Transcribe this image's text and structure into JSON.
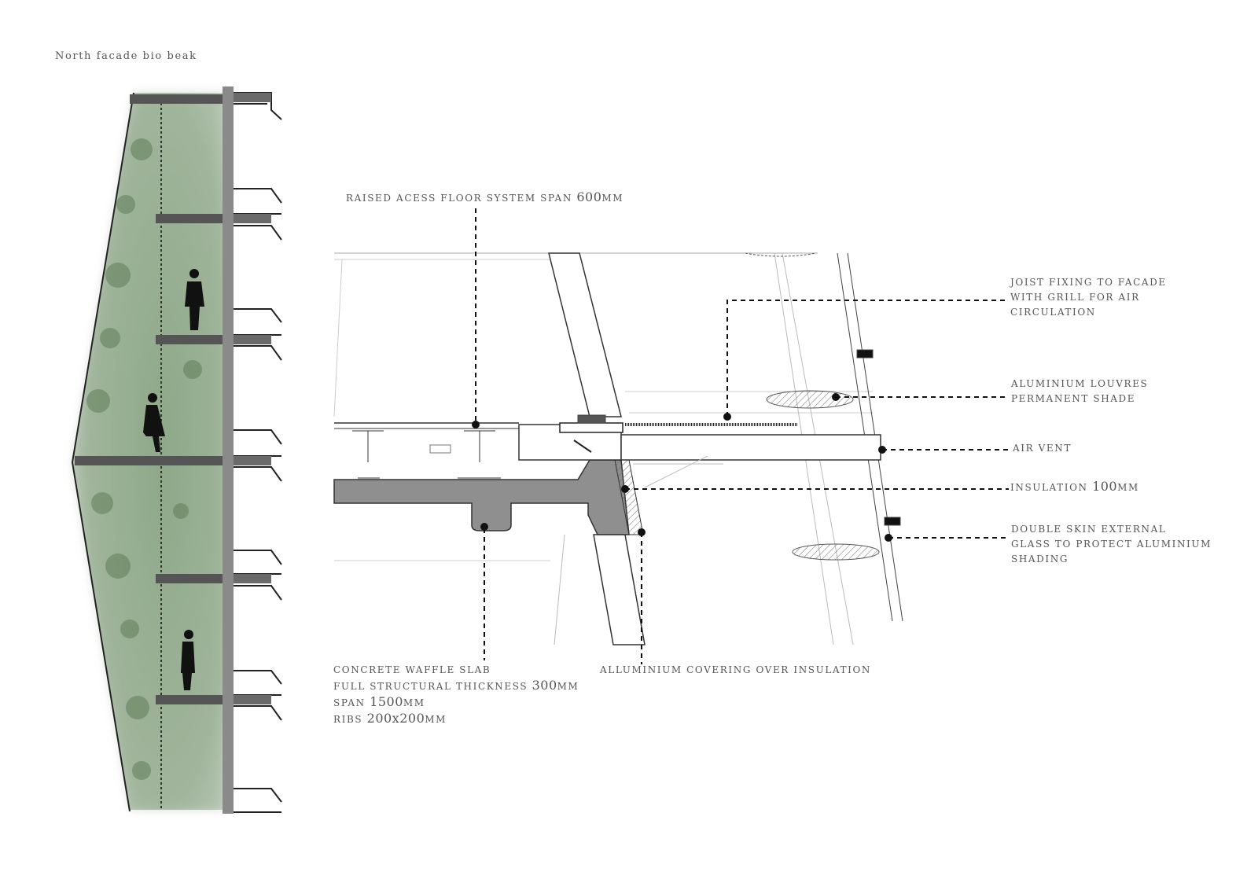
{
  "title": "North facade bio beak",
  "labels": {
    "raised_floor": {
      "text": "RAISED ACESS FLOOR SYSTEM SPAN",
      "value": "600",
      "unit": "MM"
    },
    "joist": [
      "JOIST FIXING TO FACADE",
      "WITH GRILL FOR AIR",
      "CIRCULATION"
    ],
    "louvres": [
      "ALUMINIUM LOUVRES",
      "PERMANENT SHADE"
    ],
    "air_vent": "AIR VENT",
    "insulation": {
      "text": "INSULATION",
      "value": "100",
      "unit": "MM"
    },
    "double_skin": [
      "DOUBLE SKIN EXTERNAL",
      "GLASS TO PROTECT ALUMINIUM",
      "SHADING"
    ],
    "waffle": {
      "line1": "CONCRETE WAFFLE SLAB",
      "line2": "FULL STRUCTURAL THICKNESS",
      "line2_value": "300",
      "line2_unit": "MM",
      "line3": "SPAN",
      "line3_value": "1500",
      "line3_unit": "MM",
      "line4": "RIBS",
      "line4_value": "200x200",
      "line4_unit": "MM"
    },
    "covering": "ALLUMINIUM COVERING OVER INSULATION"
  },
  "colors": {
    "slab": "#8f8f8f",
    "column": "#8a8a8a",
    "greenery": "#9fb59a"
  }
}
